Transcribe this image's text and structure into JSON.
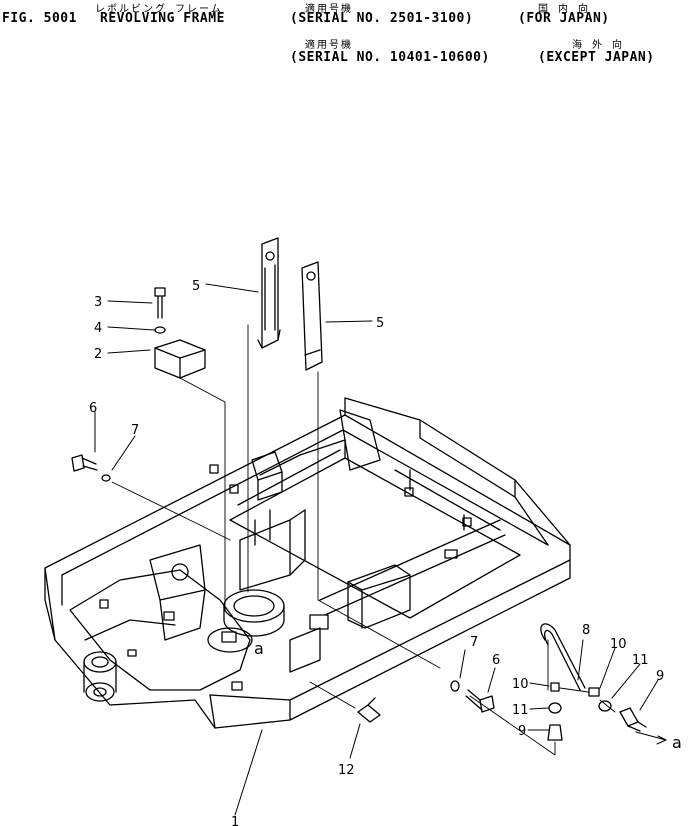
{
  "header": {
    "fig": "FIG. 5001",
    "title": "REVOLVING FRAME",
    "jp_title": "レボルビング フレーム",
    "serial1": "(SERIAL NO. 2501-3100)",
    "jp_serial1": "適用号機",
    "region1": "(FOR JAPAN)",
    "jp_region1": "国 内 向",
    "serial2": "(SERIAL NO. 10401-10600)",
    "jp_serial2": "適用号機",
    "region2": "(EXCEPT JAPAN)",
    "jp_region2": "海 外 向"
  },
  "callouts": {
    "c1": "1",
    "c2": "2",
    "c3": "3",
    "c4": "4",
    "c5a": "5",
    "c5b": "5",
    "c6a": "6",
    "c6b": "6",
    "c7a": "7",
    "c7b": "7",
    "c8": "8",
    "c9a": "9",
    "c9b": "9",
    "c10a": "10",
    "c10b": "10",
    "c11a": "11",
    "c11b": "11",
    "c12": "12",
    "ref_a1": "a",
    "ref_a2": "a"
  }
}
